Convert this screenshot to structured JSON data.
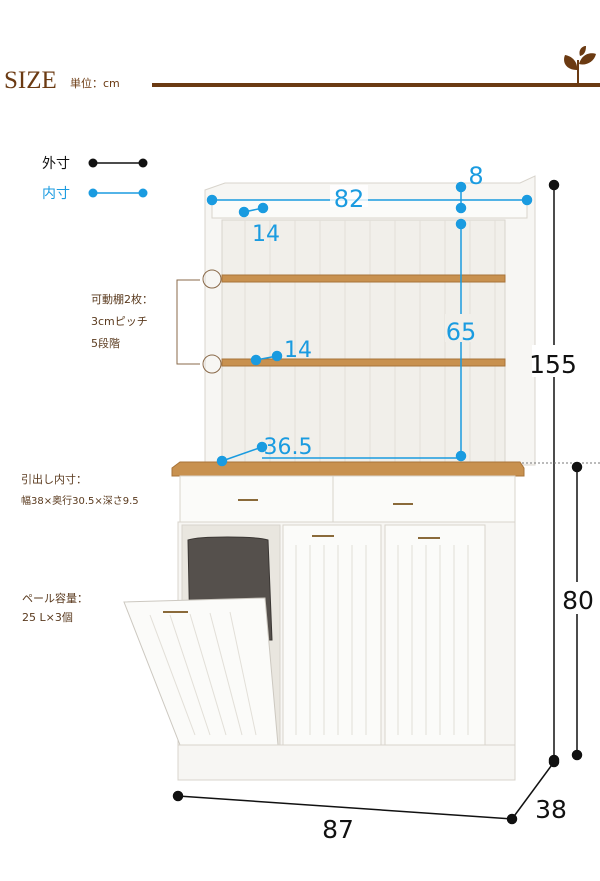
{
  "header": {
    "title": "SIZE",
    "unit": "単位：cm"
  },
  "legend": {
    "outer": "外寸",
    "inner": "内寸"
  },
  "colors": {
    "brown": "#6b3a12",
    "blue": "#1a9be0",
    "black": "#111111",
    "wood": "#c8914f"
  },
  "notes": {
    "shelf_line1": "可動棚2枚：",
    "shelf_line2": "3cmピッチ",
    "shelf_line3": "5段階",
    "drawer_line1": "引出し内寸：",
    "drawer_line2": "幅38×奥行30.5×深さ9.5",
    "pail_line1": "ペール容量：",
    "pail_line2": "25 L×3個"
  },
  "dimensions": {
    "inner_width": "82",
    "top_depth": "8",
    "shelf_depth_top": "14",
    "shelf_height": "65",
    "shelf_depth_mid": "14",
    "counter_depth": "36.5",
    "total_height": "155",
    "lower_height": "80",
    "total_width": "87",
    "total_depth": "38"
  }
}
